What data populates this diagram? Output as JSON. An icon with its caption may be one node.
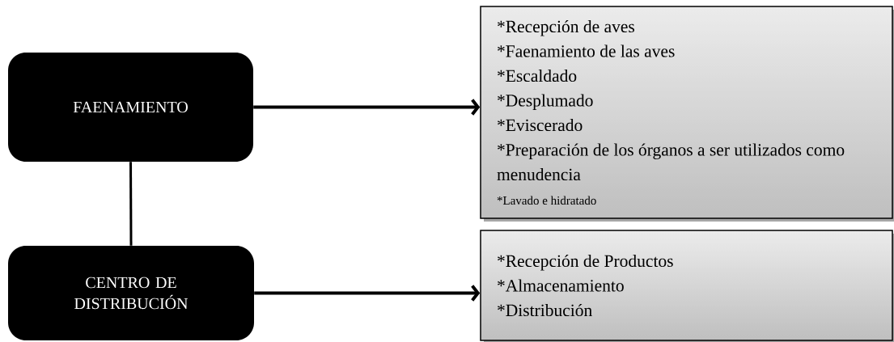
{
  "diagram": {
    "nodes": [
      {
        "text": [
          "FAENAMIENTO"
        ]
      },
      {
        "text": [
          "CENTRO DE DISTRIBUCIÓN"
        ]
      },
      {
        "text": [
          "*Recepción de aves",
          "*Faenamiento de las aves",
          "*Escaldado",
          "*Desplumado",
          "*Eviscerado",
          "*Preparación de los órganos a ser utilizados como menudencia",
          "*Lavado e hidratado"
        ]
      },
      {
        "text": [
          "*Recepción de Productos",
          "*Almacenamiento",
          "*Distribución"
        ]
      }
    ],
    "edges": [
      {
        "from": 0,
        "to": 2,
        "arrow": "to"
      },
      {
        "from": 0,
        "to": 1,
        "arrow": "none"
      },
      {
        "from": 1,
        "to": 3,
        "arrow": "to"
      }
    ]
  }
}
